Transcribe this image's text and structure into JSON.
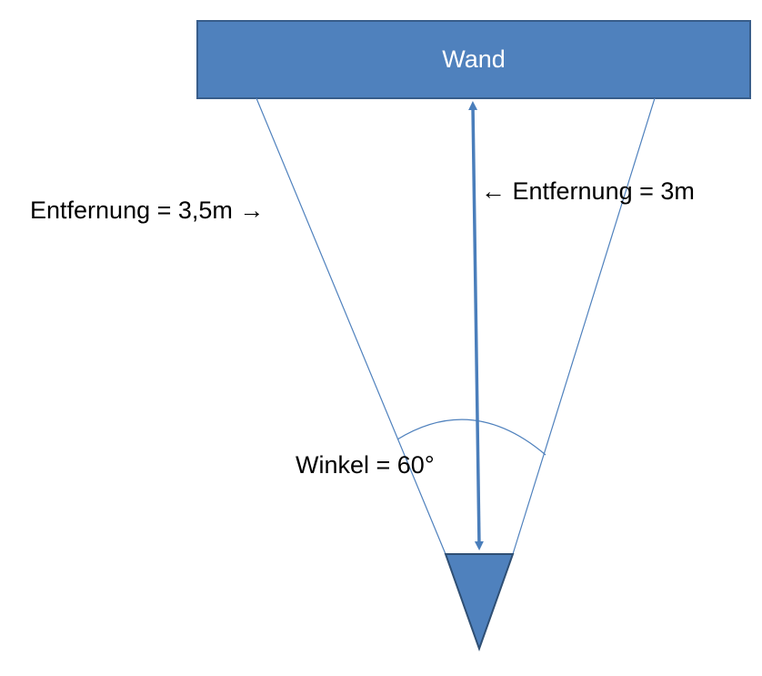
{
  "wall": {
    "label": "Wand",
    "fill": "#4f81bd",
    "stroke": "#385d8a"
  },
  "labels": {
    "distance_left": "Entfernung = 3,5m →",
    "distance_center": "← Entfernung = 3m",
    "angle": "Winkel = 60°"
  },
  "colors": {
    "line": "#4f81bd",
    "arrow": "#4a7ebb",
    "marker_fill": "#4f81bd",
    "marker_stroke": "#2f4f74"
  }
}
